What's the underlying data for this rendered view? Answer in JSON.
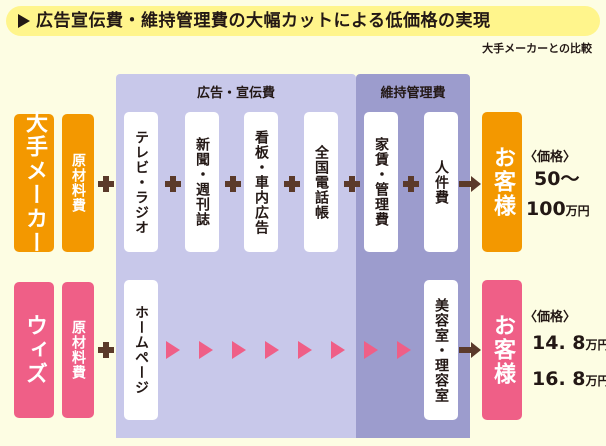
{
  "title": "広告宣伝費・維持管理費の大幅カットによる低価格の実現",
  "subtitle": "大手メーカーとの比較",
  "bands": {
    "ad": "広告・宣伝費",
    "maintenance": "維持管理費"
  },
  "row_major": {
    "company": "大手メーカー",
    "material": "原材料費",
    "costs": [
      "テレビ・ラジオ",
      "新聞・週刊誌",
      "看板・車内広告",
      "全国電話帳",
      "家賃・管理費",
      "人件費"
    ],
    "customer": "お客様",
    "price_label": "〈価格〉",
    "price_lines": [
      {
        "value": "50～",
        "unit": ""
      },
      {
        "value": "100",
        "unit": "万円"
      }
    ]
  },
  "row_wiz": {
    "company": "ウィズ",
    "material": "原材料費",
    "costs": [
      "ホームページ",
      "美容室・理容室"
    ],
    "customer": "お客様",
    "price_label": "〈価格〉",
    "price_lines": [
      {
        "value": "14. 8",
        "unit": "万円"
      },
      {
        "value": "16. 8",
        "unit": "万円"
      }
    ]
  },
  "colors": {
    "major": "#f39800",
    "wiz": "#ef5f87",
    "ad_band": "#c8c8ea",
    "maintenance_band": "#9c9ccd",
    "title_bar": "#fff58c",
    "background": "#fdfde3"
  }
}
